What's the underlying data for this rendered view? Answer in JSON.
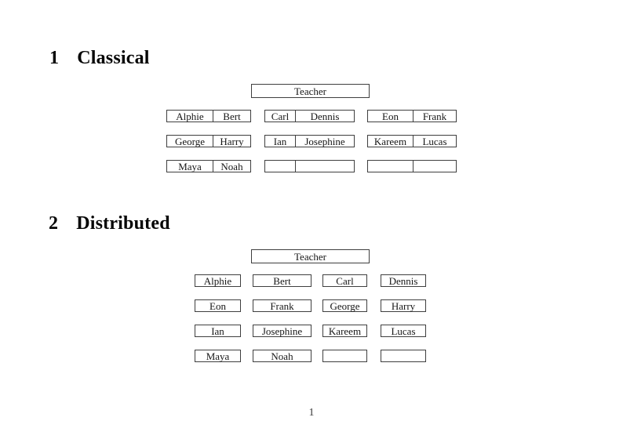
{
  "page": {
    "number_label": "1"
  },
  "sections": {
    "classical": {
      "number": "1",
      "title": "Classical",
      "teacher": "Teacher",
      "tables": [
        {
          "rows": [
            [
              "Alphie",
              "Bert"
            ],
            [
              "George",
              "Harry"
            ],
            [
              "Maya",
              "Noah"
            ]
          ]
        },
        {
          "rows": [
            [
              "Carl",
              "Dennis"
            ],
            [
              "Ian",
              "Josephine"
            ],
            [
              "",
              ""
            ]
          ]
        },
        {
          "rows": [
            [
              "Eon",
              "Frank"
            ],
            [
              "Kareem",
              "Lucas"
            ],
            [
              "",
              ""
            ]
          ]
        }
      ]
    },
    "distributed": {
      "number": "2",
      "title": "Distributed",
      "teacher": "Teacher",
      "grid": [
        [
          "Alphie",
          "Bert",
          "Carl",
          "Dennis"
        ],
        [
          "Eon",
          "Frank",
          "George",
          "Harry"
        ],
        [
          "Ian",
          "Josephine",
          "Kareem",
          "Lucas"
        ],
        [
          "Maya",
          "Noah",
          "",
          ""
        ]
      ]
    }
  }
}
